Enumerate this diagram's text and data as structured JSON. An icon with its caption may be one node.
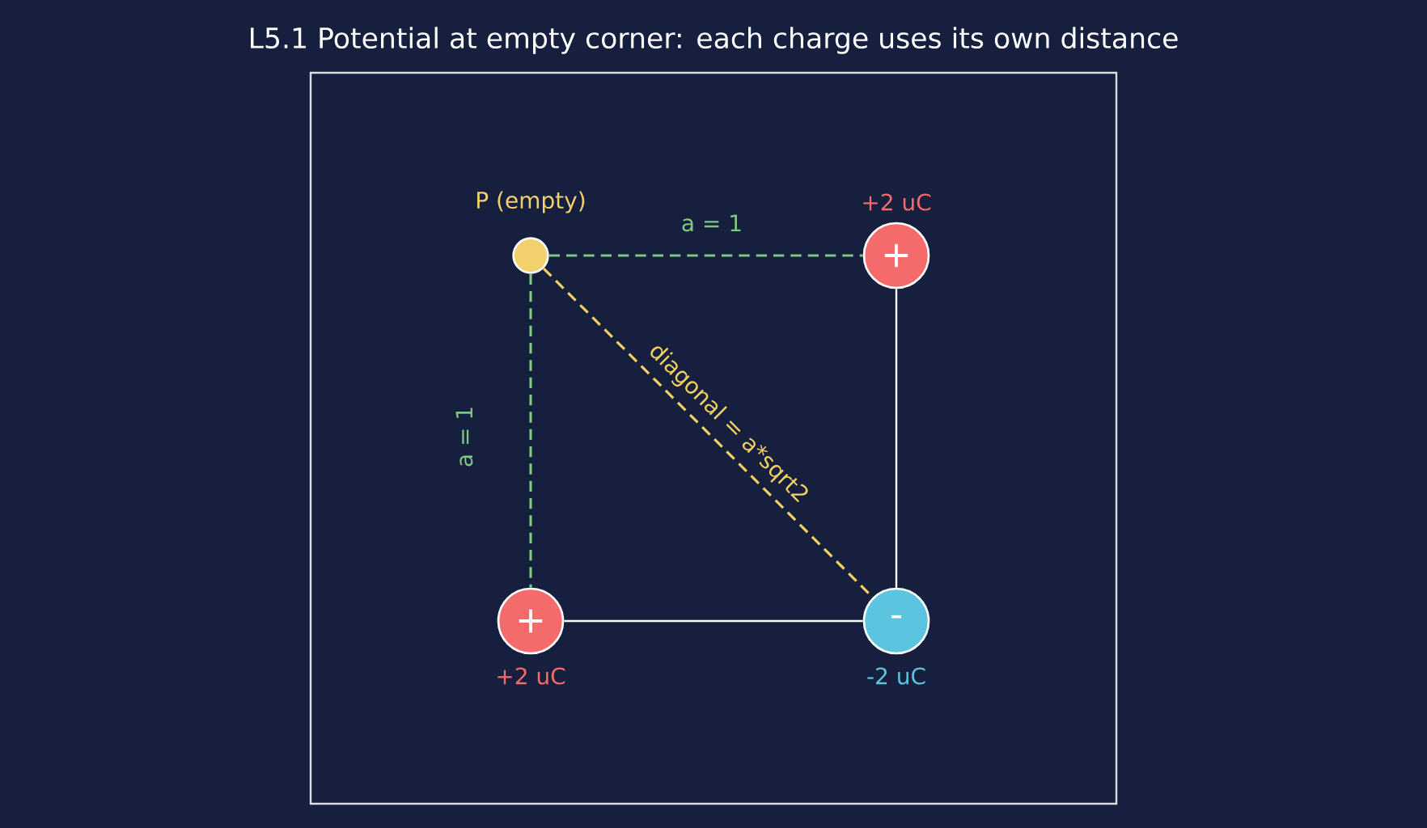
{
  "diagram": {
    "title": "L5.1  Potential at empty corner: each charge uses its own distance",
    "nodes": [
      {
        "text": [
          "P (empty)"
        ]
      },
      {
        "text": [
          "+2 uC",
          "+"
        ]
      },
      {
        "text": [
          "+",
          "+2 uC"
        ]
      },
      {
        "text": [
          "-",
          "-2 uC"
        ]
      }
    ],
    "edges": [
      {
        "from": 1,
        "to": 3,
        "arrow": "none"
      },
      {
        "from": 3,
        "to": 2,
        "arrow": "none"
      },
      {
        "from": 0,
        "to": 1,
        "arrow": "none",
        "style": "dashed",
        "color": "#7dc87a",
        "label": "a = 1"
      },
      {
        "from": 0,
        "to": 2,
        "arrow": "none",
        "style": "dashed",
        "color": "#7dc87a",
        "label": "a = 1"
      },
      {
        "from": 0,
        "to": 3,
        "arrow": "none",
        "style": "dashed",
        "color": "#f0d060",
        "label": "diagonal = a*sqrt2"
      }
    ]
  }
}
